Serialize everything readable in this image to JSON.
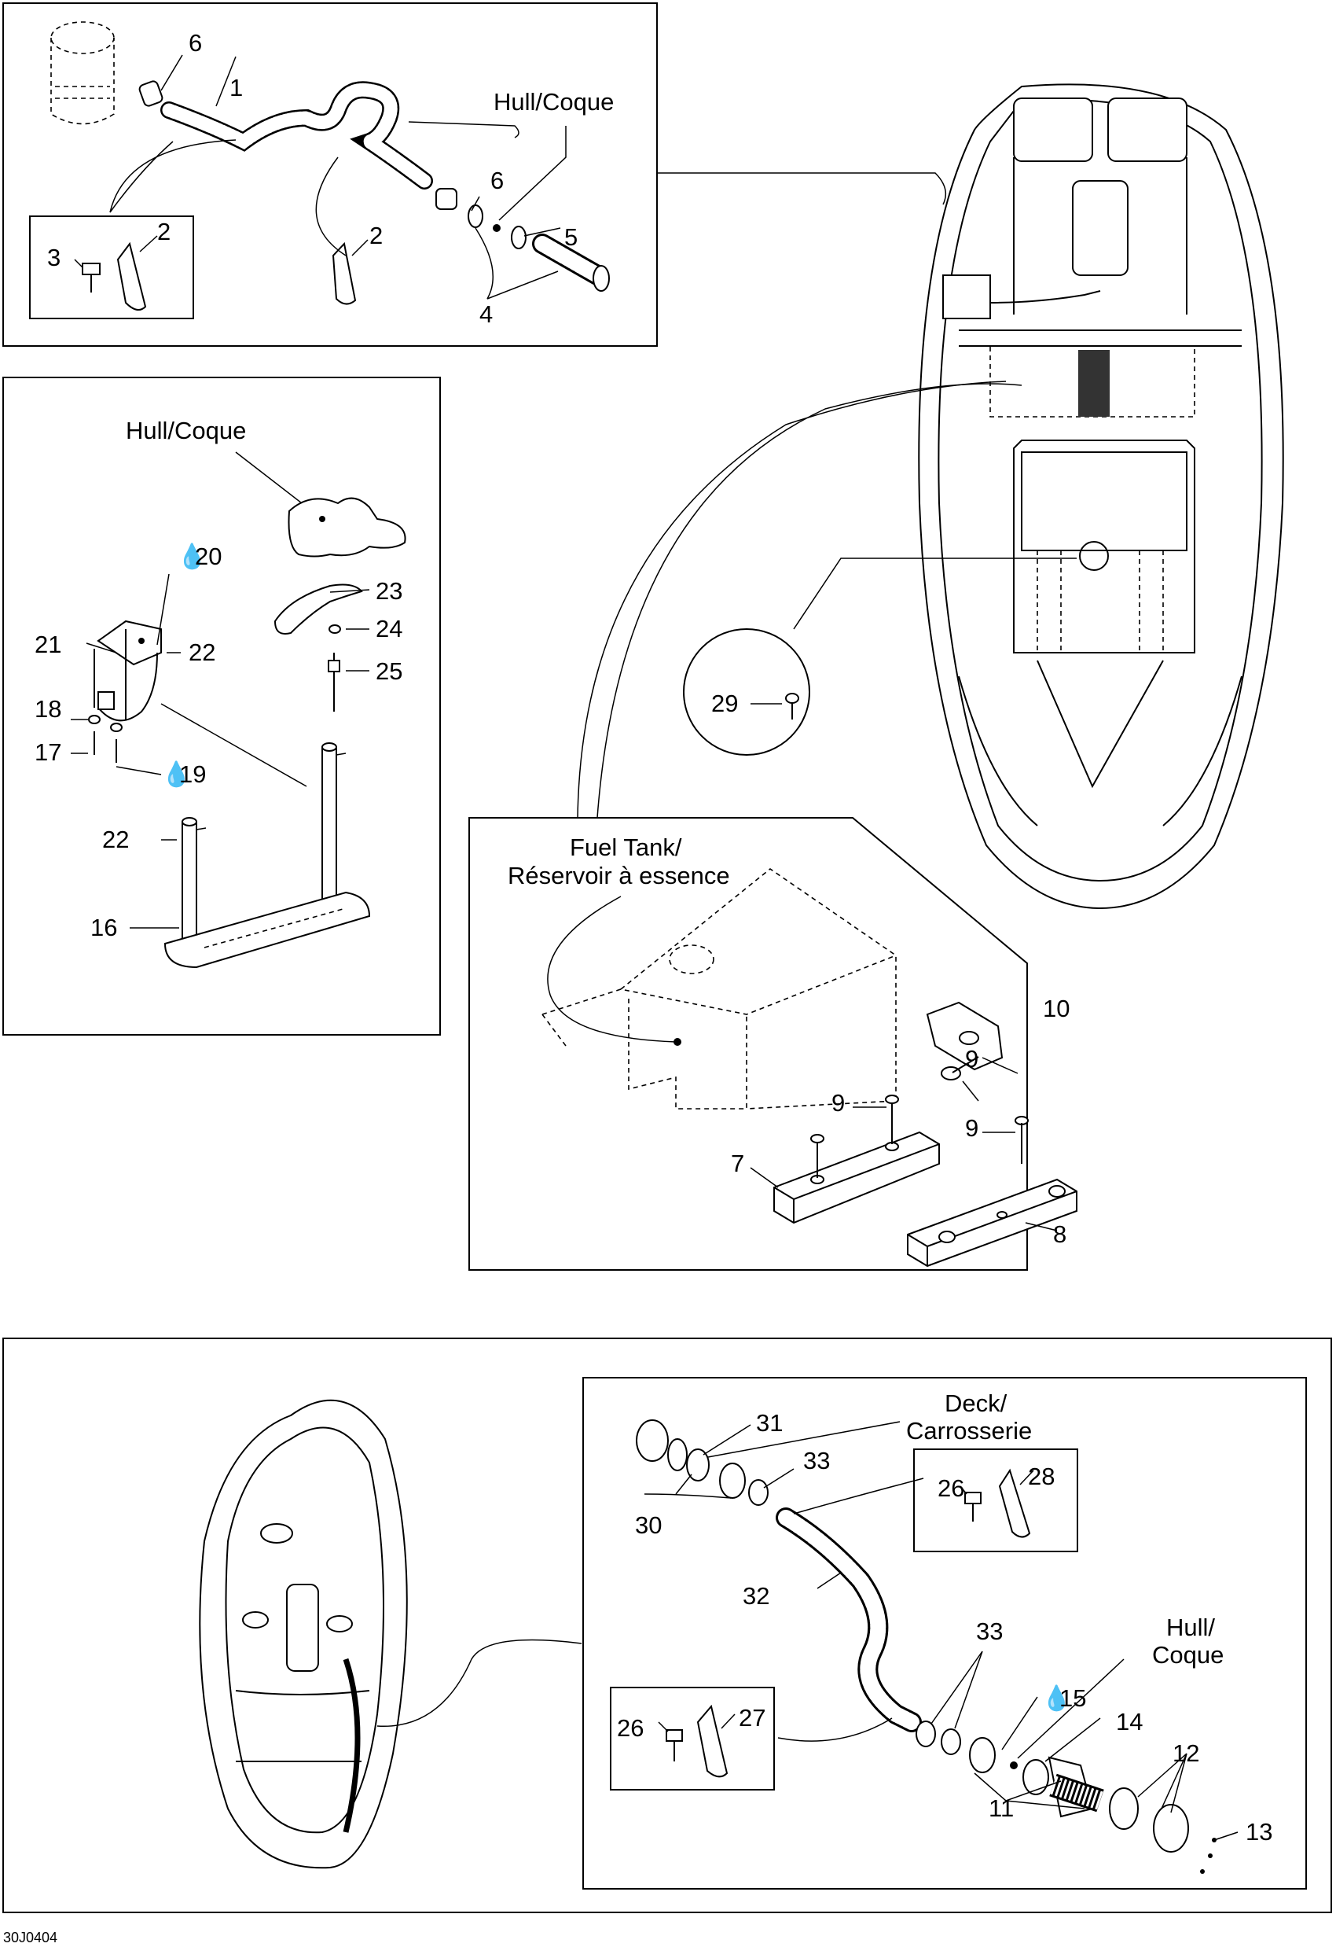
{
  "drawing_code": "30J0404",
  "callouts": {
    "c1": "1",
    "c2a": "2",
    "c2b": "2",
    "c3": "3",
    "c4": "4",
    "c5": "5",
    "c6a": "6",
    "c6b": "6",
    "c7": "7",
    "c8": "8",
    "c9a": "9",
    "c9b": "9",
    "c9c": "9",
    "c10": "10",
    "c11": "11",
    "c12": "12",
    "c13": "13",
    "c14": "14",
    "c15": "15",
    "c16": "16",
    "c17": "17",
    "c18": "18",
    "c19": "19",
    "c20": "20",
    "c21": "21",
    "c22a": "22",
    "c22b": "22",
    "c23": "23",
    "c24": "24",
    "c25": "25",
    "c26a": "26",
    "c26b": "26",
    "c27": "27",
    "c28": "28",
    "c29": "29",
    "c30": "30",
    "c31": "31",
    "c32": "32",
    "c33a": "33",
    "c33b": "33"
  },
  "labels": {
    "hull_coque_1": "Hull/Coque",
    "hull_coque_2": "Hull/Coque",
    "fuel_tank_line1": "Fuel Tank/",
    "fuel_tank_line2": "Réservoir à essence",
    "deck_line1": "Deck/",
    "deck_line2": "Carrosserie",
    "hull_line1": "Hull/",
    "hull_line2": "Coque"
  },
  "icons": {
    "sealant": "drop-icon"
  }
}
